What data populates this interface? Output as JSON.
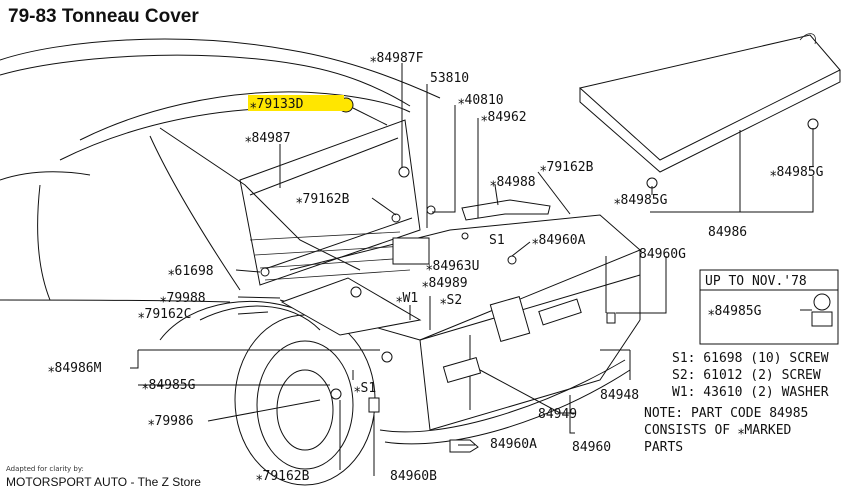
{
  "title": "79-83 Tonneau Cover",
  "highlight": {
    "color": "#ffe600",
    "label_color": "#111111"
  },
  "callouts": [
    "⁎84987F",
    "53810",
    "⁎40810",
    "⁎79133D",
    "⁎84962",
    "⁎84987",
    "⁎79162B",
    "⁎84985G",
    "⁎84988",
    "⁎79162B",
    "S1",
    "⁎84960A",
    "84960G",
    "⁎61698",
    "⁎84963U",
    "⁎84989",
    "⁎79988",
    "⁎W1",
    "⁎S2",
    "⁎79162C",
    "⁎84986M",
    "⁎84985G",
    "⁎S1",
    "⁎79986",
    "84948",
    "84949",
    "84960",
    "84960A",
    "⁎79162B",
    "84960B",
    "⁎84985G",
    "84986"
  ],
  "inset": {
    "title": "UP TO NOV.'78",
    "part": "⁎84985G"
  },
  "legend": [
    "S1: 61698 (10) SCREW",
    "S2: 61012 (2) SCREW",
    "W1: 43610 (2) WASHER"
  ],
  "note": [
    "NOTE: PART CODE 84985",
    "CONSISTS OF ⁎MARKED",
    "PARTS"
  ],
  "credit": {
    "small": "Adapted for clarity by:",
    "main": "MOTORSPORT AUTO - The Z Store"
  }
}
